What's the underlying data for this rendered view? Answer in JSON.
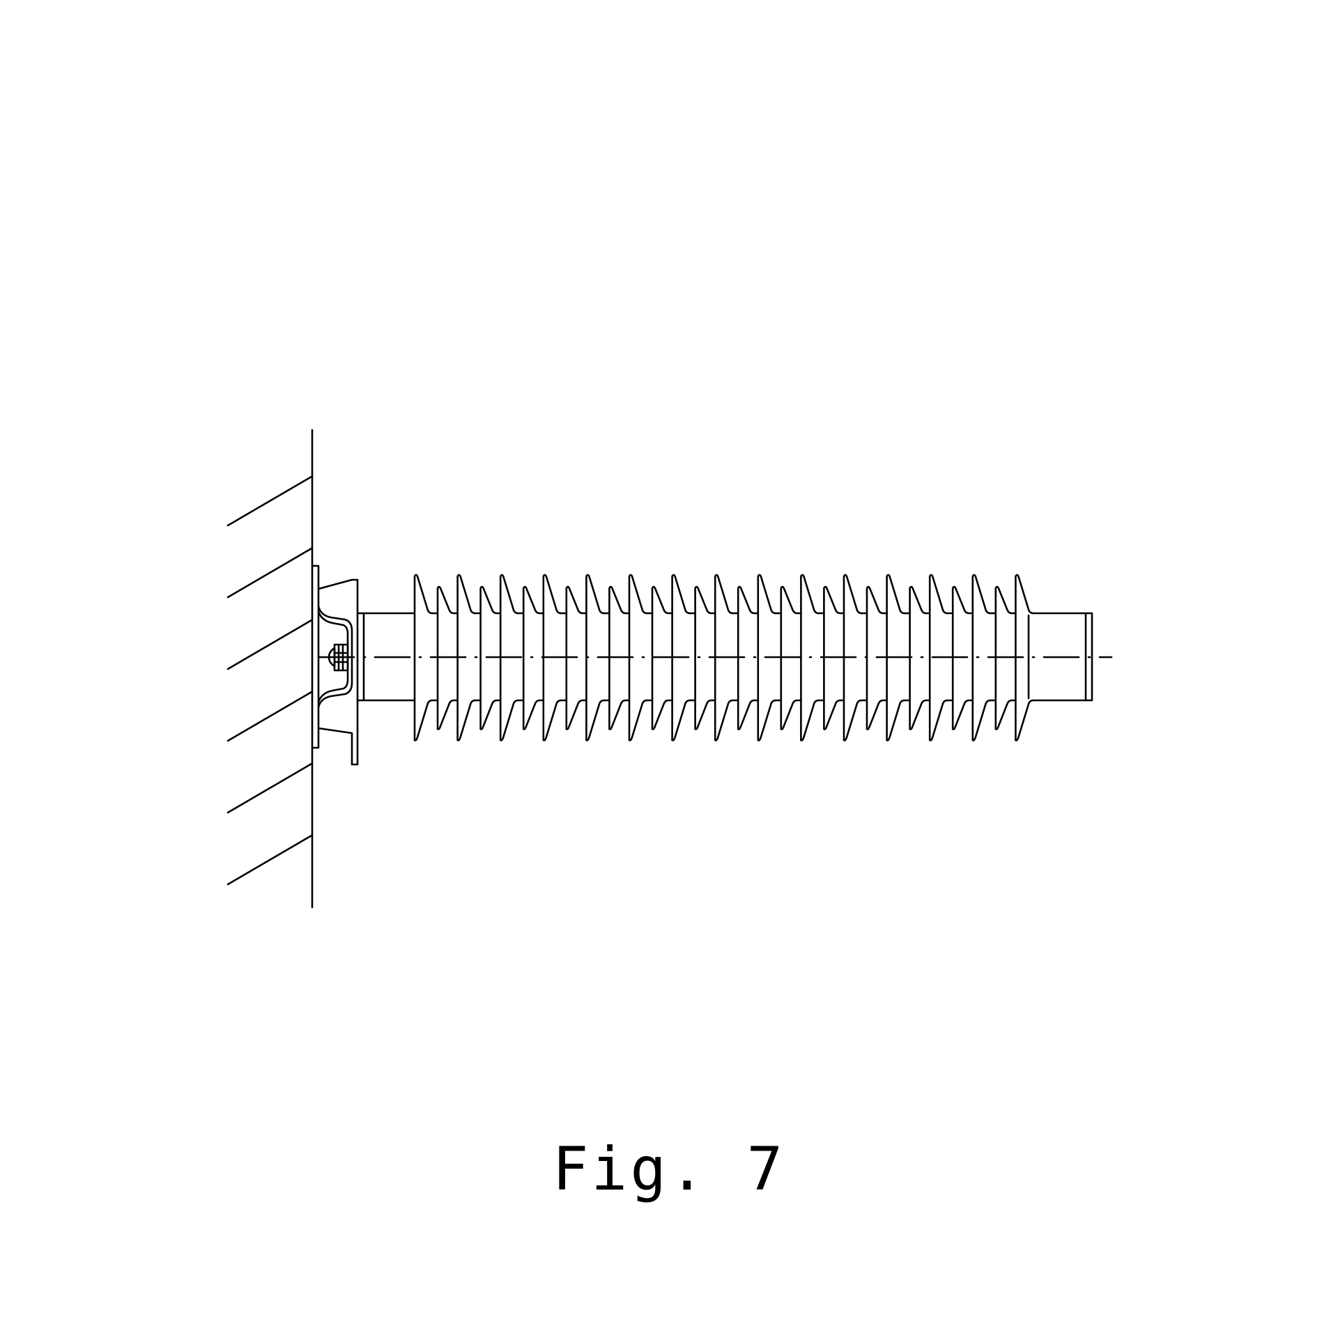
{
  "figure": {
    "label": "Fig. 7",
    "big_shed_count": 15,
    "small_shed_count": 14,
    "wall_hatch_count": 6,
    "line_color": "#000000"
  }
}
